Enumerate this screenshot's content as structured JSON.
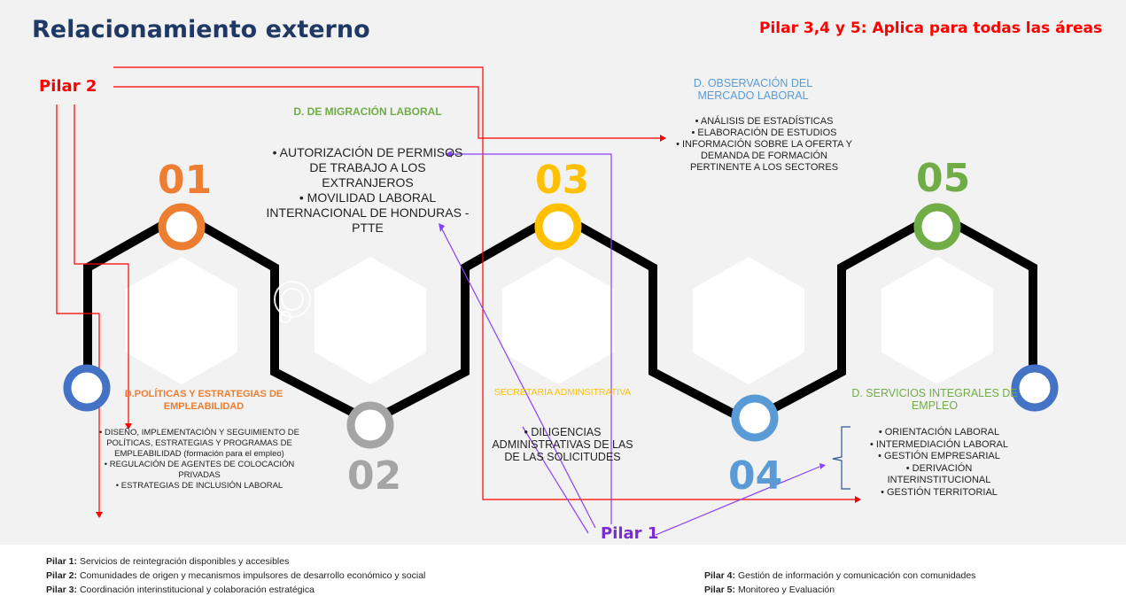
{
  "slide": {
    "title": "Relacionamiento externo",
    "subtitle": "Pilar 3,4 y 5: Aplica para todas las áreas",
    "pilar2_label": "Pilar 2",
    "pilar1_label": "Pilar 1"
  },
  "colors": {
    "orange": "#ed7d31",
    "gray": "#a5a5a5",
    "yellow": "#ffc000",
    "blue_light": "#5b9bd5",
    "green": "#70ad47",
    "blue_dark": "#4472c4",
    "title_navy": "#1f3864",
    "red": "#ff0000",
    "purple": "#7a2bd6"
  },
  "steps": [
    {
      "num": "01",
      "color": "#ed7d31",
      "title": "D.POLÍTICAS Y ESTRATEGIAS DE EMPLEABILIDAD",
      "items": [
        "DISEÑO, IMPLEMENTACIÓN Y SEGUIMIENTO DE POLÍTICAS, ESTRATEGIAS Y PROGRAMAS DE EMPLEABILIDAD (formación para el empleo)",
        "REGULACIÓN DE AGENTES DE COLOCACIÓN PRIVADAS",
        "ESTRATEGIAS DE INCLUSIÓN LABORAL"
      ]
    },
    {
      "num": "02",
      "color": "#a5a5a5",
      "title": "D. DE MIGRACIÓN LABORAL",
      "items": [
        "AUTORIZACIÓN DE PERMISOS DE TRABAJO A LOS EXTRANJEROS",
        "MOVILIDAD LABORAL INTERNACIONAL DE HONDURAS -PTTE"
      ]
    },
    {
      "num": "03",
      "color": "#ffc000",
      "title": "SECRETARIA ADMINSITRATIVA",
      "items": [
        "DILIGENCIAS ADMINISTRATIVAS DE LAS DE LAS SOLICITUDES"
      ]
    },
    {
      "num": "04",
      "color": "#5b9bd5",
      "title": "D. OBSERVACIÓN DEL MERCADO LABORAL",
      "items": [
        "ANÁLISIS DE ESTADÍSTICAS",
        "ELABORACIÓN DE ESTUDIOS",
        "INFORMACIÓN SOBRE LA OFERTA Y DEMANDA DE FORMACIÓN PERTINENTE A LOS SECTORES"
      ]
    },
    {
      "num": "05",
      "color": "#70ad47",
      "title": "D. SERVICIOS INTEGRALES DE EMPLEO",
      "items": [
        "ORIENTACIÓN LABORAL",
        "INTERMEDIACIÓN LABORAL",
        "GESTIÓN EMPRESARIAL",
        "DERIVACIÓN INTERINSTITUCIONAL",
        "GESTIÓN TERRITORIAL"
      ]
    }
  ],
  "legend": {
    "p1_key": "Pilar 1:",
    "p1_text": "Servicios de reintegración disponibles y accesibles",
    "p2_key": "Pilar 2:",
    "p2_text": "Comunidades de origen y mecanismos impulsores de desarrollo económico y social",
    "p3_key": "Pilar 3:",
    "p3_text": "Coordinación interinstitucional y colaboración estratégica",
    "p4_key": "Pilar 4:",
    "p4_text": "Gestión de información y comunicación con comunidades",
    "p5_key": "Pilar 5:",
    "p5_text": "Monitoreo y Evaluación"
  }
}
